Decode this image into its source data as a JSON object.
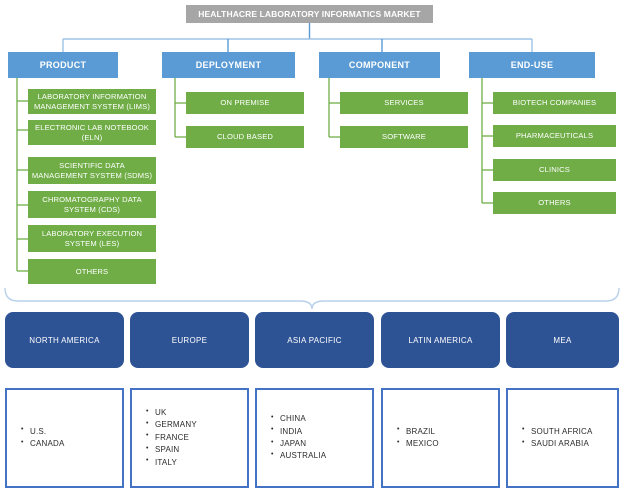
{
  "title": {
    "label": "HEALTHACRE LABORATORY INFORMATICS MARKET"
  },
  "colors": {
    "title_bg": "#a6a6a6",
    "category_bg": "#5b9bd5",
    "leaf_bg": "#70ad47",
    "region_bg": "#2e5395",
    "country_border": "#4472c4",
    "connector_blue": "#9dc3e6",
    "connector_green": "#70ad47"
  },
  "categories": [
    {
      "label": "PRODUCT",
      "items": [
        "LABORATORY INFORMATION MANAGEMENT SYSTEM (LIMS)",
        "ELECTRONIC LAB NOTEBOOK (ELN)",
        "SCIENTIFIC DATA MANAGEMENT SYSTEM (SDMS)",
        "CHROMATOGRAPHY DATA SYSTEM (CDS)",
        "LABORATORY EXECUTION SYSTEM (LES)",
        "OTHERS"
      ]
    },
    {
      "label": "DEPLOYMENT",
      "items": [
        "ON PREMISE",
        "CLOUD BASED"
      ]
    },
    {
      "label": "COMPONENT",
      "items": [
        "SERVICES",
        "SOFTWARE"
      ]
    },
    {
      "label": "END-USE",
      "items": [
        "BIOTECH COMPANIES",
        "PHARMACEUTICALS",
        "CLINICS",
        "OTHERS"
      ]
    }
  ],
  "regions": [
    {
      "label": "NORTH AMERICA",
      "countries": [
        "U.S.",
        "CANADA"
      ]
    },
    {
      "label": "EUROPE",
      "countries": [
        "UK",
        "GERMANY",
        "FRANCE",
        "SPAIN",
        "ITALY"
      ]
    },
    {
      "label": "ASIA PACIFIC",
      "countries": [
        "CHINA",
        "INDIA",
        "JAPAN",
        "AUSTRALIA"
      ]
    },
    {
      "label": "LATIN AMERICA",
      "countries": [
        "BRAZIL",
        "MEXICO"
      ]
    },
    {
      "label": "MEA",
      "countries": [
        "SOUTH AFRICA",
        "SAUDI ARABIA"
      ]
    }
  ]
}
